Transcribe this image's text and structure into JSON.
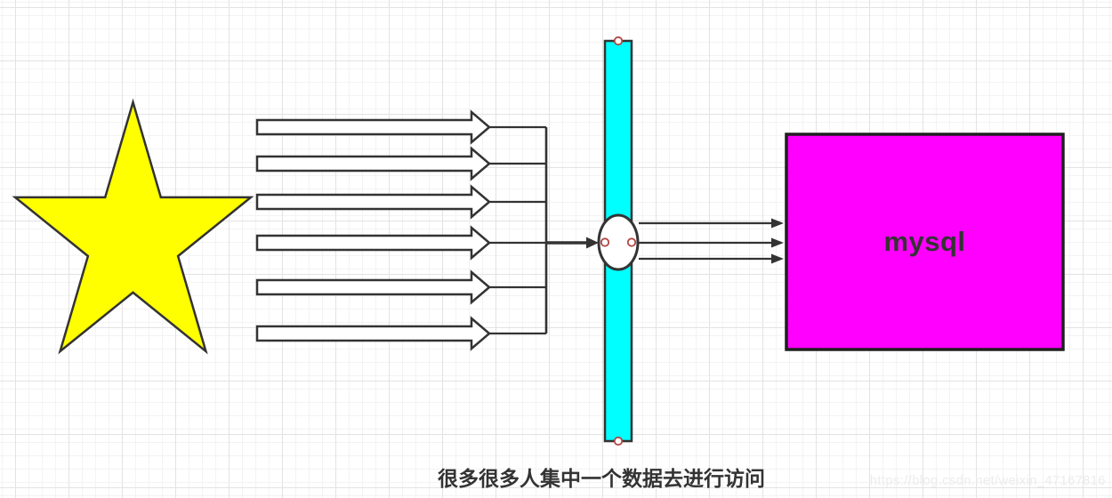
{
  "diagram": {
    "title_caption": "很多很多人集中一个数据去进行访问",
    "database_label": "mysql",
    "request_arrow_count": 6,
    "output_arrow_count": 3,
    "shapes": {
      "star": "client-crowd-star",
      "bar": "access-channel-bar",
      "ellipse": "bottleneck-ellipse",
      "box": "mysql-database-box"
    }
  },
  "watermark": {
    "text": "https://blog.csdn.net/weixin_47167816"
  },
  "colors": {
    "star_fill": "#ffff00",
    "bar_fill": "#00ffff",
    "database_fill": "#ff00ff",
    "shape_stroke": "#333333",
    "ellipse_fill": "#ffffff",
    "connection_point_stroke": "#b04642",
    "caption_color": "#333333",
    "database_label_color": "#333333",
    "watermark_color": "#ececec"
  }
}
